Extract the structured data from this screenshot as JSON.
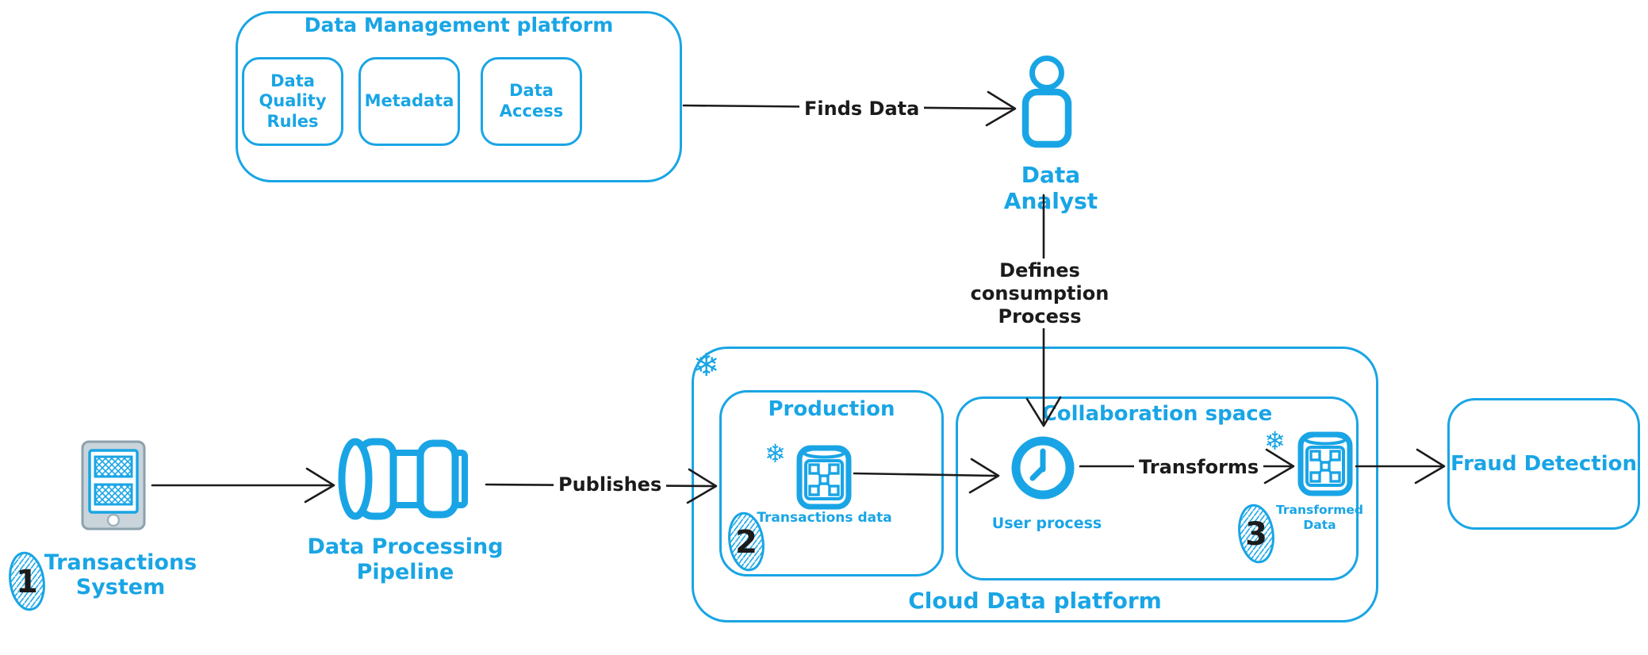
{
  "colors": {
    "accent": "#19a5e5",
    "ink": "#1b1b1b",
    "device_frame": "#c9d4db",
    "device_frame_border": "#8ba1ad"
  },
  "icons": {
    "snowflake_glyph": "❄"
  },
  "nodes": {
    "data_management_platform": {
      "title": "Data Management platform",
      "chips": [
        {
          "label": "Data Quality Rules"
        },
        {
          "label": "Metadata"
        },
        {
          "label": "Data Access"
        }
      ]
    },
    "data_analyst": {
      "label": "Data Analyst"
    },
    "transactions_system": {
      "line1": "Transactions",
      "line2": "System",
      "badge": "1"
    },
    "data_processing_pipeline": {
      "line1": "Data Processing",
      "line2": "Pipeline"
    },
    "cloud_data_platform": {
      "title": "Cloud Data platform"
    },
    "production": {
      "title": "Production",
      "dataset_label": "Transactions data",
      "badge": "2"
    },
    "collaboration_space": {
      "title": "Collaboration space",
      "process_label": "User process",
      "dataset_line1": "Transformed",
      "dataset_line2": "Data",
      "badge": "3"
    },
    "fraud_detection": {
      "label": "Fraud Detection"
    }
  },
  "edges": {
    "finds_data": {
      "label": "Finds Data"
    },
    "defines_consumption": {
      "line1": "Defines consumption",
      "line2": "Process"
    },
    "publishes": {
      "label": "Publishes"
    },
    "transforms": {
      "label": "Transforms"
    }
  }
}
